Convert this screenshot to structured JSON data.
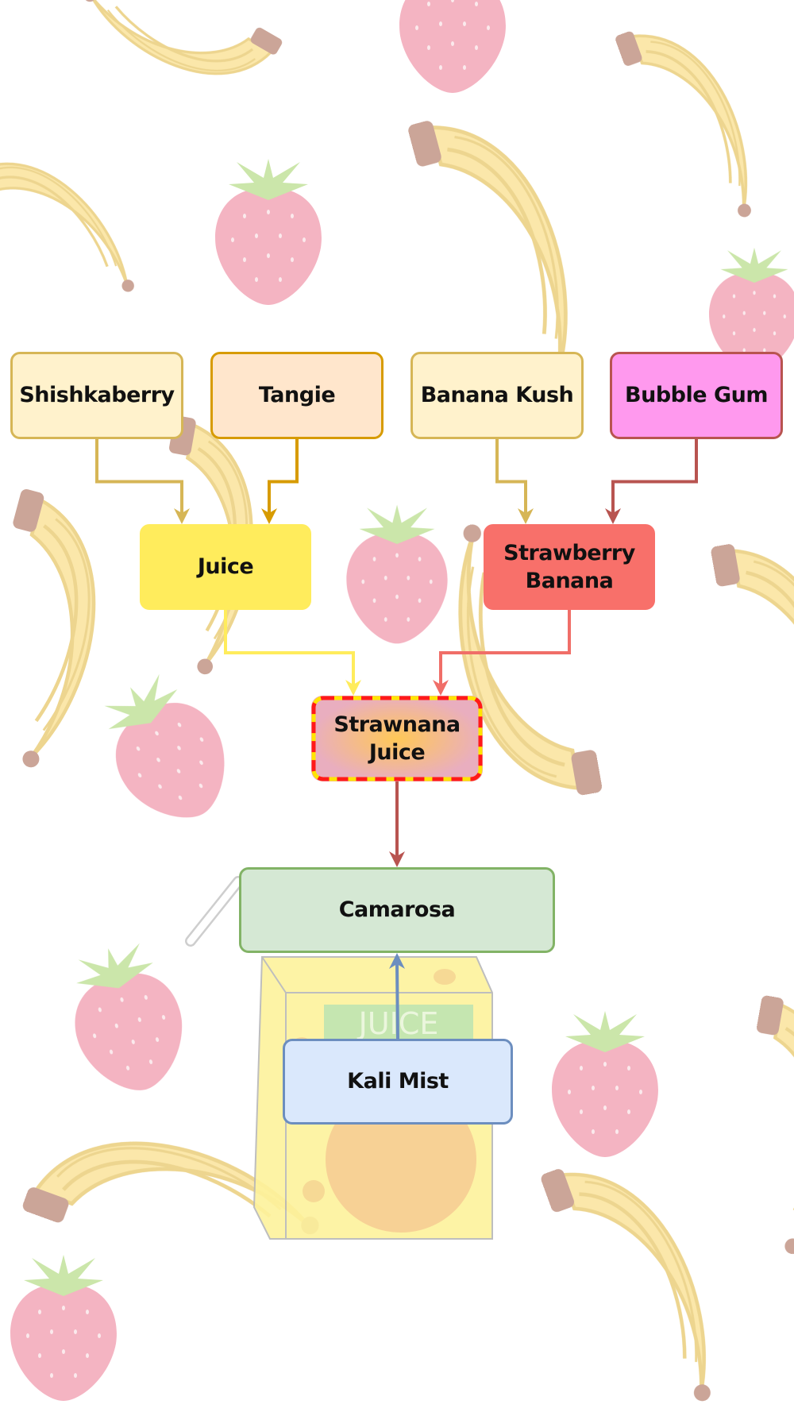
{
  "diagram": {
    "nodes": [
      {
        "id": "shishkaberry",
        "label": "Shishkaberry",
        "fill": "#fff2cc",
        "stroke": "#d6b656"
      },
      {
        "id": "tangie",
        "label": "Tangie",
        "fill": "#ffe6cc",
        "stroke": "#d79b00"
      },
      {
        "id": "banana_kush",
        "label": "Banana Kush",
        "fill": "#fff2cc",
        "stroke": "#d6b656"
      },
      {
        "id": "bubble_gum",
        "label": "Bubble Gum",
        "fill": "#ff99ee",
        "stroke": "#b85450"
      },
      {
        "id": "juice",
        "label": "Juice",
        "fill": "#ffec5c",
        "stroke": "#ffec5c"
      },
      {
        "id": "strawberry_banana",
        "label": "Strawberry Banana",
        "fill": "#f8706a",
        "stroke": "#f8706a"
      },
      {
        "id": "strawnana_juice",
        "label": "Strawnana Juice",
        "fill": "#e9aebf",
        "stroke": "#ff1a1a",
        "stroke_dash": "#ffe500",
        "gradient_center": "#ffc857"
      },
      {
        "id": "camarosa",
        "label": "Camarosa",
        "fill": "#d5e8d4",
        "stroke": "#82b366"
      },
      {
        "id": "kali_mist",
        "label": "Kali Mist",
        "fill": "#dae8fc",
        "stroke": "#6c8ebf"
      }
    ],
    "edges": [
      {
        "from": "shishkaberry",
        "to": "juice",
        "color": "#d6b656"
      },
      {
        "from": "tangie",
        "to": "juice",
        "color": "#d79b00"
      },
      {
        "from": "banana_kush",
        "to": "strawberry_banana",
        "color": "#d6b656"
      },
      {
        "from": "bubble_gum",
        "to": "strawberry_banana",
        "color": "#b85450"
      },
      {
        "from": "juice",
        "to": "strawnana_juice",
        "color": "#ffec5c"
      },
      {
        "from": "strawberry_banana",
        "to": "strawnana_juice",
        "color": "#f06e68"
      },
      {
        "from": "strawnana_juice",
        "to": "camarosa",
        "color": "#b85450"
      },
      {
        "from": "kali_mist",
        "to": "camarosa",
        "color": "#6c8ebf"
      }
    ]
  },
  "background": {
    "decorations": [
      "banana-illustration",
      "strawberry-illustration",
      "juice-box-illustration"
    ],
    "juice_box_label": "JUICE",
    "colors": {
      "banana": "#fbe6a6",
      "banana_stroke": "#ecd389",
      "banana_stem": "#c9a193",
      "strawberry": "#f4b0bf",
      "strawberry_seed": "#fbe9ec",
      "leaf": "#c9e5a6",
      "juice_box": "#fdf29c",
      "juice_label": "#bfe4a8"
    }
  }
}
